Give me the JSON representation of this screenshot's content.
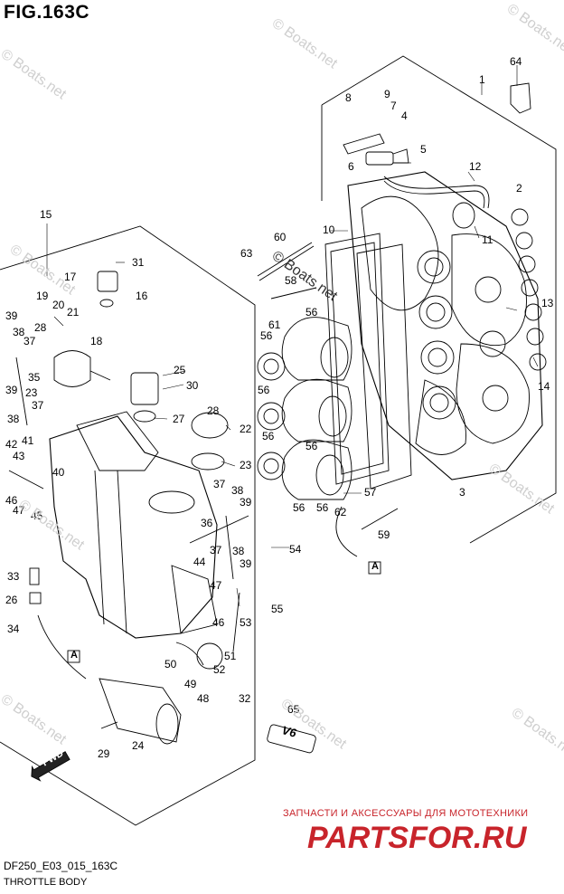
{
  "figure": {
    "title": "FIG.163C",
    "code": "DF250_E03_015_163C",
    "subtitle": "THROTTLE BODY"
  },
  "watermark": {
    "text": "© Boats.net"
  },
  "advert": {
    "line": "ЗАПЧАСТИ И АКСЕССУАРЫ ДЛЯ МОТОТЕХНИКИ",
    "brand": "PARTSFOR.RU",
    "color": "#c8242b"
  },
  "badges": {
    "fwd": "FWD",
    "ref_a": "A",
    "v6": "V6"
  },
  "callouts": [
    "1",
    "2",
    "3",
    "4",
    "5",
    "6",
    "7",
    "8",
    "9",
    "10",
    "11",
    "12",
    "13",
    "14",
    "15",
    "16",
    "17",
    "18",
    "19",
    "20",
    "21",
    "22",
    "23",
    "24",
    "25",
    "26",
    "27",
    "28",
    "29",
    "30",
    "31",
    "32",
    "33",
    "34",
    "35",
    "36",
    "37",
    "38",
    "39",
    "40",
    "41",
    "42",
    "43",
    "44",
    "45",
    "46",
    "47",
    "48",
    "49",
    "50",
    "51",
    "52",
    "53",
    "54",
    "55",
    "56",
    "57",
    "58",
    "59",
    "60",
    "61",
    "62",
    "63",
    "64",
    "65"
  ]
}
